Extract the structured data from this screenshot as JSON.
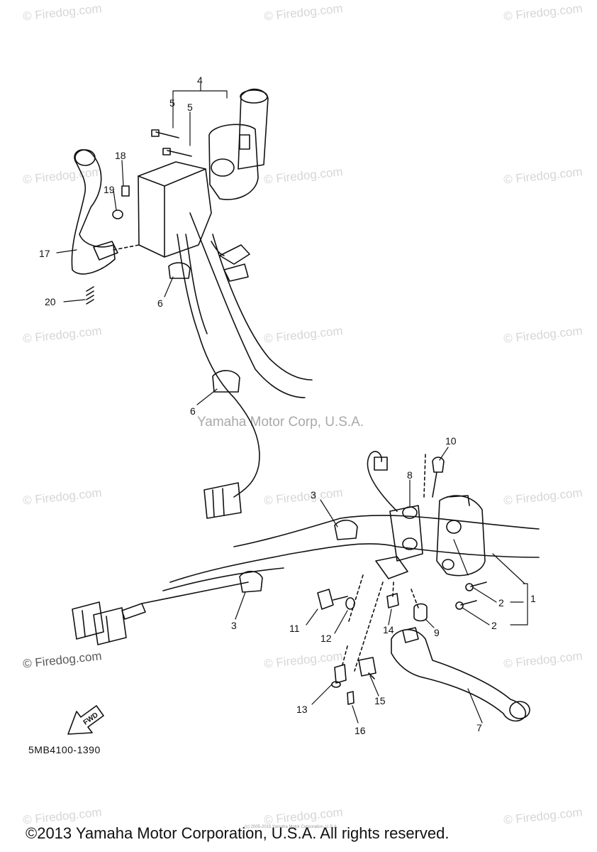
{
  "watermark_text": "© Firedog.com",
  "center_watermark": "Yamaha Motor Corp, U.S.A.",
  "part_code": "5MB4100-1390",
  "fwd_label": "FWD",
  "copyright": "©2013 Yamaha Motor Corporation, U.S.A. All rights reserved.",
  "tiny_print": "(c) 2005-2015 Yamaha Motor Corporation, U.S.A.",
  "callouts": {
    "c1": "1",
    "c2a": "2",
    "c2b": "2",
    "c3a": "3",
    "c3b": "3",
    "c4": "4",
    "c5a": "5",
    "c5b": "5",
    "c6a": "6",
    "c6b": "6",
    "c7": "7",
    "c8": "8",
    "c9": "9",
    "c10": "10",
    "c11": "11",
    "c12": "12",
    "c13": "13",
    "c14": "14",
    "c15": "15",
    "c16": "16",
    "c17": "17",
    "c18": "18",
    "c19": "19",
    "c20": "20"
  }
}
